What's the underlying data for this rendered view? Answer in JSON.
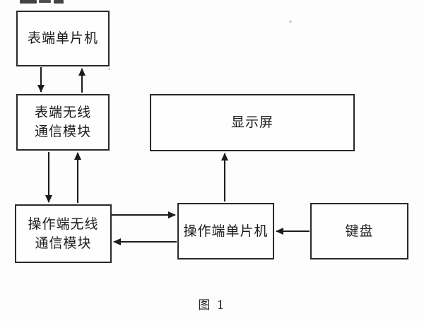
{
  "diagram": {
    "caption": "图 1",
    "nodes": {
      "meter_mcu": {
        "label": "表端单片机"
      },
      "meter_wireless": {
        "label": "表端无线\n通信模块"
      },
      "op_wireless": {
        "label": "操作端无线\n通信模块"
      },
      "op_mcu": {
        "label": "操作端单片机"
      },
      "display": {
        "label": "显示屏"
      },
      "keyboard": {
        "label": "键盘"
      }
    },
    "edges": [
      {
        "from": "meter_mcu",
        "to": "meter_wireless"
      },
      {
        "from": "meter_wireless",
        "to": "meter_mcu"
      },
      {
        "from": "meter_wireless",
        "to": "op_wireless"
      },
      {
        "from": "op_wireless",
        "to": "meter_wireless"
      },
      {
        "from": "op_wireless",
        "to": "op_mcu"
      },
      {
        "from": "op_mcu",
        "to": "op_wireless"
      },
      {
        "from": "op_mcu",
        "to": "display"
      },
      {
        "from": "keyboard",
        "to": "op_mcu"
      }
    ],
    "colors": {
      "line": "#1c1c1c",
      "background": "#fdfdfd"
    }
  }
}
